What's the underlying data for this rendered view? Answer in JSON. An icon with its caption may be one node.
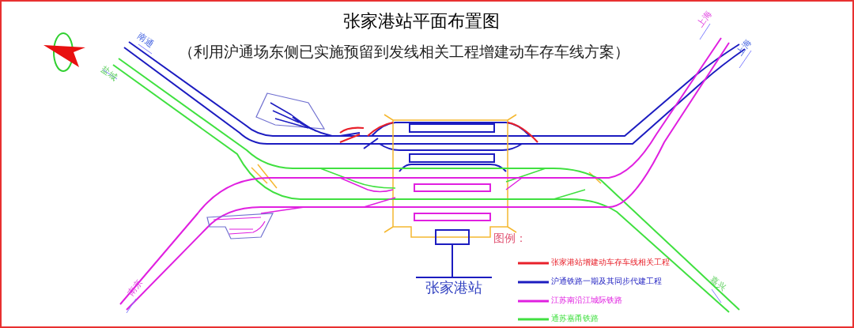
{
  "diagram": {
    "title": "张家港站平面布置图",
    "nodes": [
      {
        "text": [],
        "shape": "box"
      },
      {
        "text": [
          "张家港站"
        ]
      }
    ],
    "edges": [
      {
        "from": 0,
        "to": 1,
        "arrow": "none"
      }
    ],
    "labels": [
      "（利用沪通场东侧已实施预留到发线相关工程增建动车存车线方案）",
      "南通",
      "盐城",
      "上海",
      "上海",
      "南京",
      "嘉兴",
      "图例："
    ],
    "legend": [
      {
        "text": "张家港站增建动车存车线相关工程",
        "color": "#e8202a"
      },
      {
        "text": "沪通铁路一期及其同步代建工程",
        "color": "#1c1cc0"
      },
      {
        "text": "江苏南沿江城际铁路",
        "color": "#e020e0"
      },
      {
        "text": "通苏嘉甬铁路",
        "color": "#40e040"
      }
    ]
  }
}
